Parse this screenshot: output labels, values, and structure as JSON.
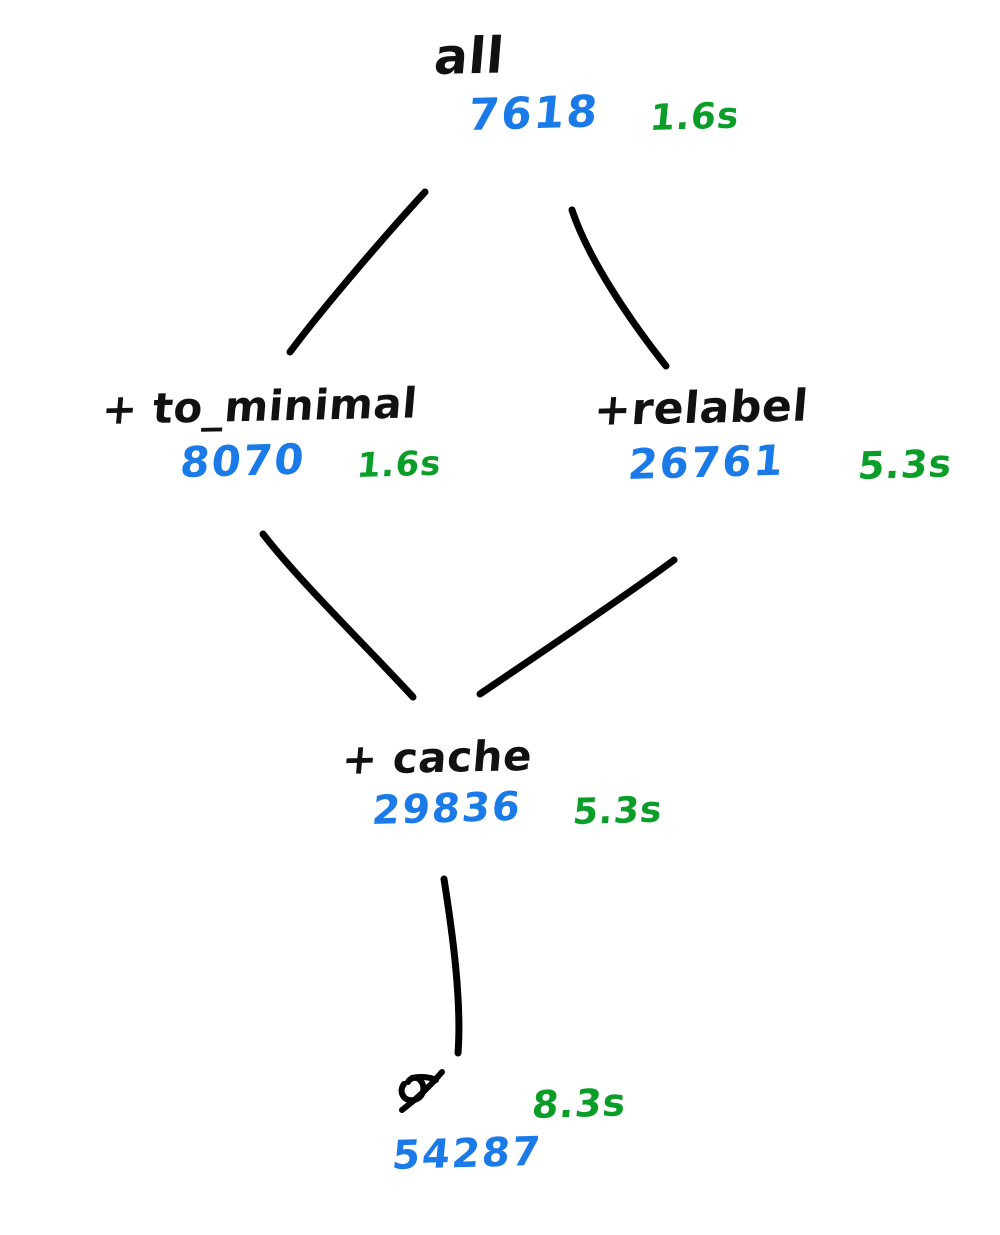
{
  "diagram": {
    "title": "optimization pipeline node counts and timings",
    "style": "hand-drawn whiteboard sketch",
    "background_color": "#ffffff",
    "ink_colors": {
      "label": "#111111",
      "count": "#1a7ae8",
      "time": "#0a9e28"
    },
    "nodes": [
      {
        "id": "all",
        "label": "all",
        "count": "7618",
        "time": "1.6s"
      },
      {
        "id": "to_minimal",
        "label": "+ to_minimal",
        "count": "8070",
        "time": "1.6s"
      },
      {
        "id": "relabel",
        "label": "+relabel",
        "count": "26761",
        "time": "5.3s"
      },
      {
        "id": "cache",
        "label": "+ cache",
        "count": "29836",
        "time": "5.3s"
      },
      {
        "id": "final",
        "label": "",
        "label_glyph": "scribbled-out-label",
        "count": "54287",
        "time": "8.3s"
      }
    ],
    "edges": [
      {
        "from": "all",
        "to": "to_minimal"
      },
      {
        "from": "all",
        "to": "relabel"
      },
      {
        "from": "to_minimal",
        "to": "cache"
      },
      {
        "from": "relabel",
        "to": "cache"
      },
      {
        "from": "cache",
        "to": "final"
      }
    ]
  }
}
